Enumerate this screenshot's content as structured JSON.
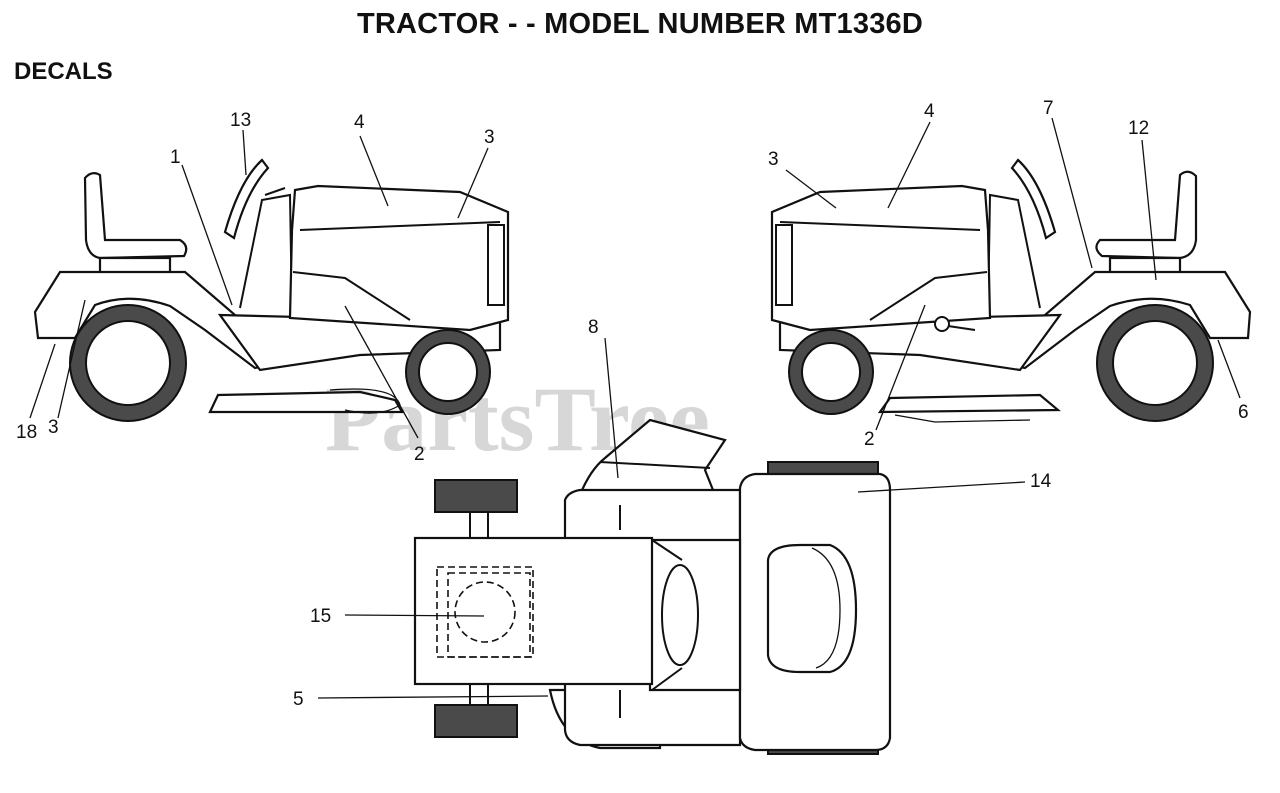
{
  "title": "TRACTOR - - MODEL NUMBER MT1336D",
  "section": "DECALS",
  "watermark": "PartsTree",
  "callouts": {
    "left": [
      "13",
      "1",
      "4",
      "3",
      "18",
      "3",
      "2"
    ],
    "right": [
      "3",
      "4",
      "7",
      "12",
      "2",
      "6"
    ],
    "top": [
      "8",
      "14",
      "15",
      "5"
    ]
  }
}
